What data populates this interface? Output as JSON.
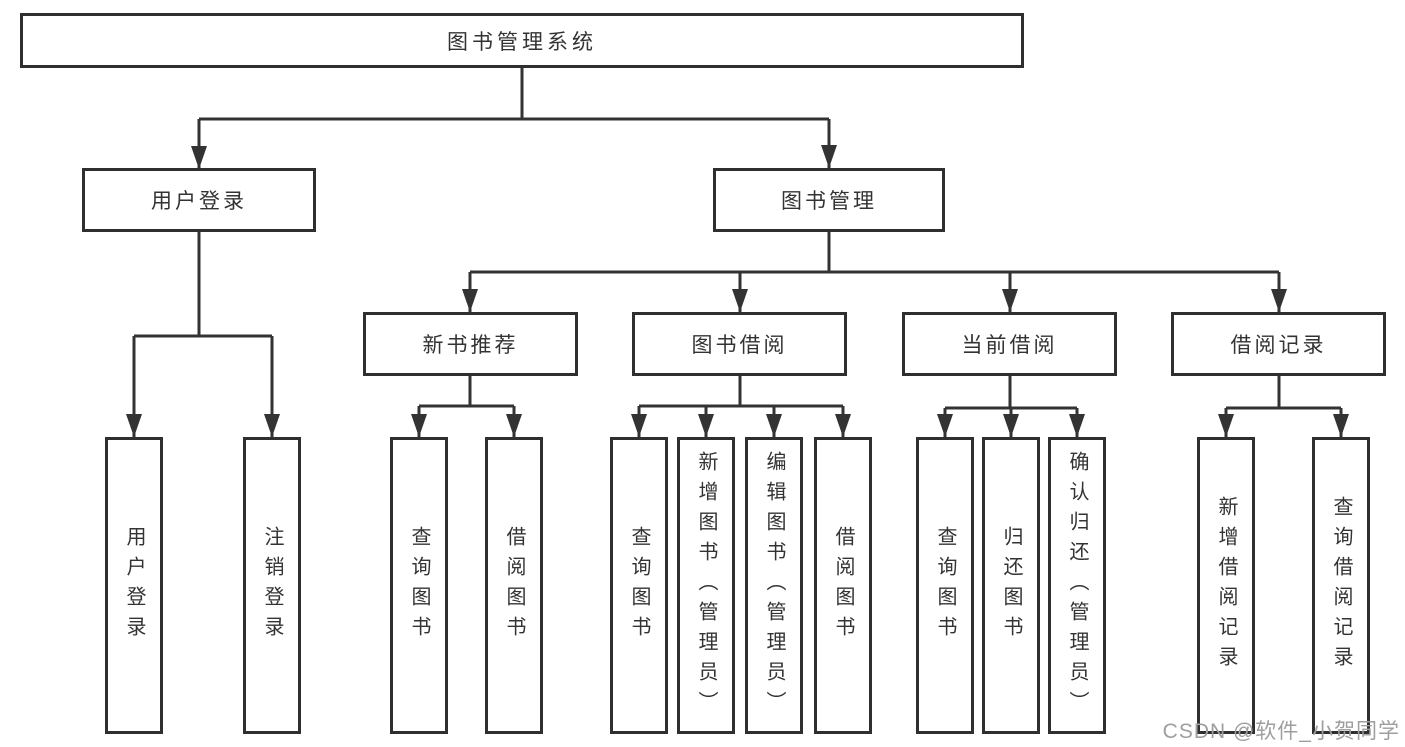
{
  "diagram": {
    "title": "图书管理系统",
    "watermark": "CSDN @软件_小贺同学",
    "colors": {
      "line": "#333333",
      "box_border": "#2f2f2f",
      "box_fill": "#ffffff",
      "text": "#333333",
      "watermark_text": "#9e9e9e",
      "background": "#ffffff"
    },
    "nodes": {
      "root": {
        "label": "图书管理系统"
      },
      "user_login": {
        "label": "用户登录"
      },
      "book_mgmt": {
        "label": "图书管理"
      },
      "new_book_rec": {
        "label": "新书推荐"
      },
      "book_borrow": {
        "label": "图书借阅"
      },
      "current_borrow": {
        "label": "当前借阅"
      },
      "borrow_record": {
        "label": "借阅记录"
      },
      "leaf_user_login": {
        "label": "用户登录"
      },
      "leaf_logout": {
        "label": "注销登录"
      },
      "leaf_query_nbr": {
        "label": "查询图书"
      },
      "leaf_borrow_nbr": {
        "label": "借阅图书"
      },
      "leaf_query_bb": {
        "label": "查询图书"
      },
      "leaf_add_books": {
        "label": "新增图书（管理员）"
      },
      "leaf_edit_books": {
        "label": "编辑图书（管理员）"
      },
      "leaf_borrow_bb": {
        "label": "借阅图书"
      },
      "leaf_query_cb": {
        "label": "查询图书"
      },
      "leaf_return": {
        "label": "归还图书"
      },
      "leaf_confirm": {
        "label": "确认归还（管理员）"
      },
      "leaf_add_rec": {
        "label": "新增借阅记录"
      },
      "leaf_query_rec": {
        "label": "查询借阅记录"
      }
    },
    "structure": {
      "root": [
        "user_login",
        "book_mgmt"
      ],
      "user_login": [
        "leaf_user_login",
        "leaf_logout"
      ],
      "book_mgmt": [
        "new_book_rec",
        "book_borrow",
        "current_borrow",
        "borrow_record"
      ],
      "new_book_rec": [
        "leaf_query_nbr",
        "leaf_borrow_nbr"
      ],
      "book_borrow": [
        "leaf_query_bb",
        "leaf_add_books",
        "leaf_edit_books",
        "leaf_borrow_bb"
      ],
      "current_borrow": [
        "leaf_query_cb",
        "leaf_return",
        "leaf_confirm"
      ],
      "borrow_record": [
        "leaf_add_rec",
        "leaf_query_rec"
      ]
    }
  }
}
